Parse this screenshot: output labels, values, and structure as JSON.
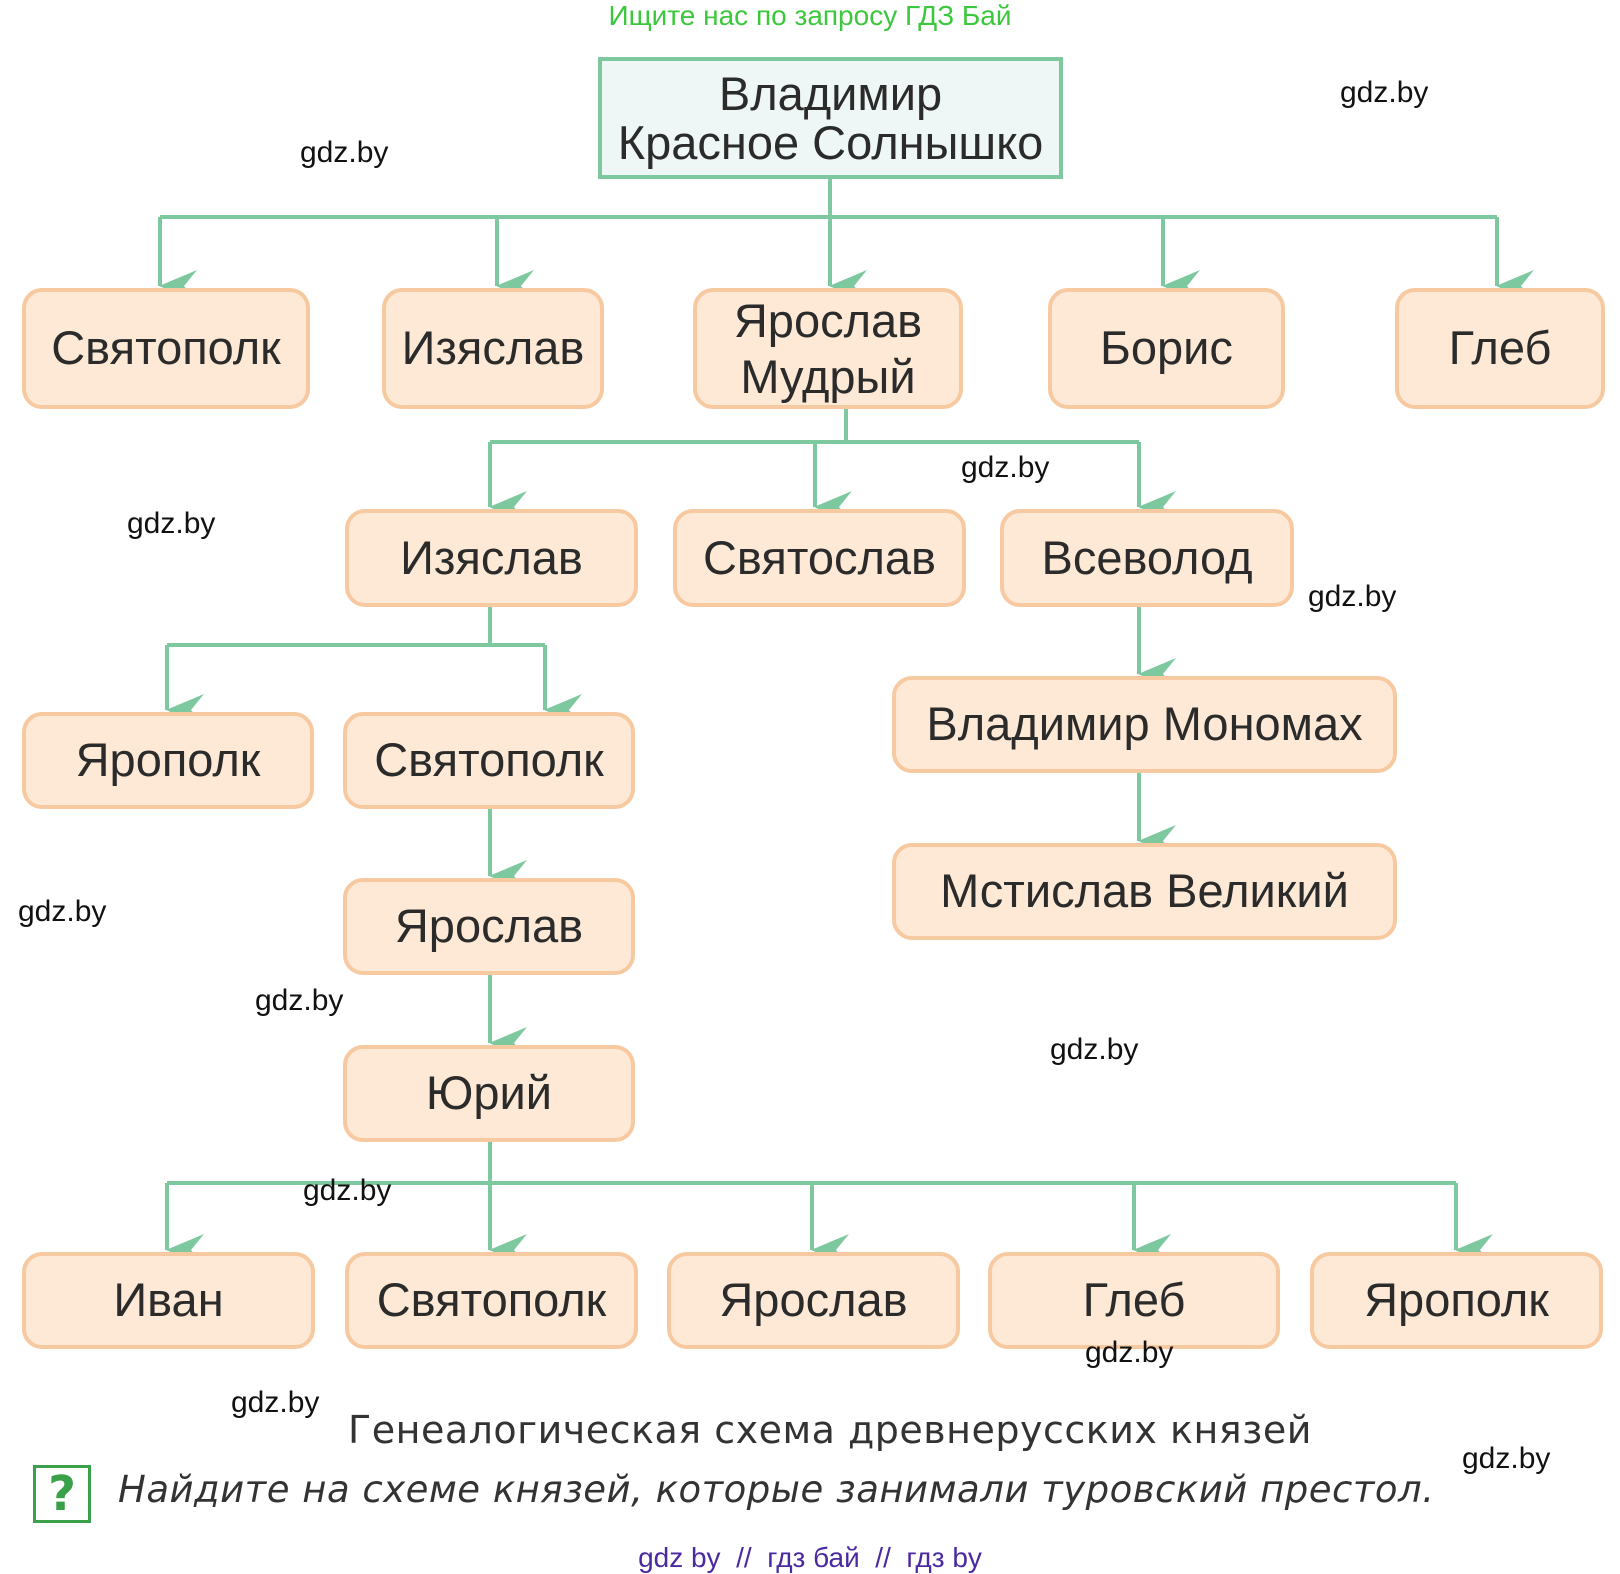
{
  "header": {
    "text": "Ищите нас по запросу ГДЗ Бай"
  },
  "tree": {
    "root": "Владимир\nКрасное Солнышко",
    "gen1": [
      "Святополк",
      "Изяслав",
      "Ярослав\nМудрый",
      "Борис",
      "Глеб"
    ],
    "gen2": [
      "Изяслав",
      "Святослав",
      "Всеволод"
    ],
    "gen3_izyaslav": [
      "Ярополк",
      "Святополк"
    ],
    "gen4": "Ярослав",
    "gen5": "Юрий",
    "gen6": [
      "Иван",
      "Святополк",
      "Ярослав",
      "Глеб",
      "Ярополк"
    ],
    "vsevolod_line": [
      "Владимир Мономах",
      "Мстислав Великий"
    ]
  },
  "caption": "Генеалогическая схема древнерусских князей",
  "question": {
    "icon": "question-mark-icon",
    "icon_glyph": "?",
    "text": "Найдите на схеме князей, которые занимали туровский престол."
  },
  "watermark": "gdz.by",
  "footer": "gdz by  //  гдз бай  //  гдз by",
  "colors": {
    "connector": "#7ec8a0",
    "node_fill": "#fde9d5",
    "node_border": "#f7c9a0",
    "root_fill": "#eef7f5",
    "root_border": "#7ec8a0",
    "header_text": "#3cc83c",
    "footer_text": "#4b2aa0"
  }
}
